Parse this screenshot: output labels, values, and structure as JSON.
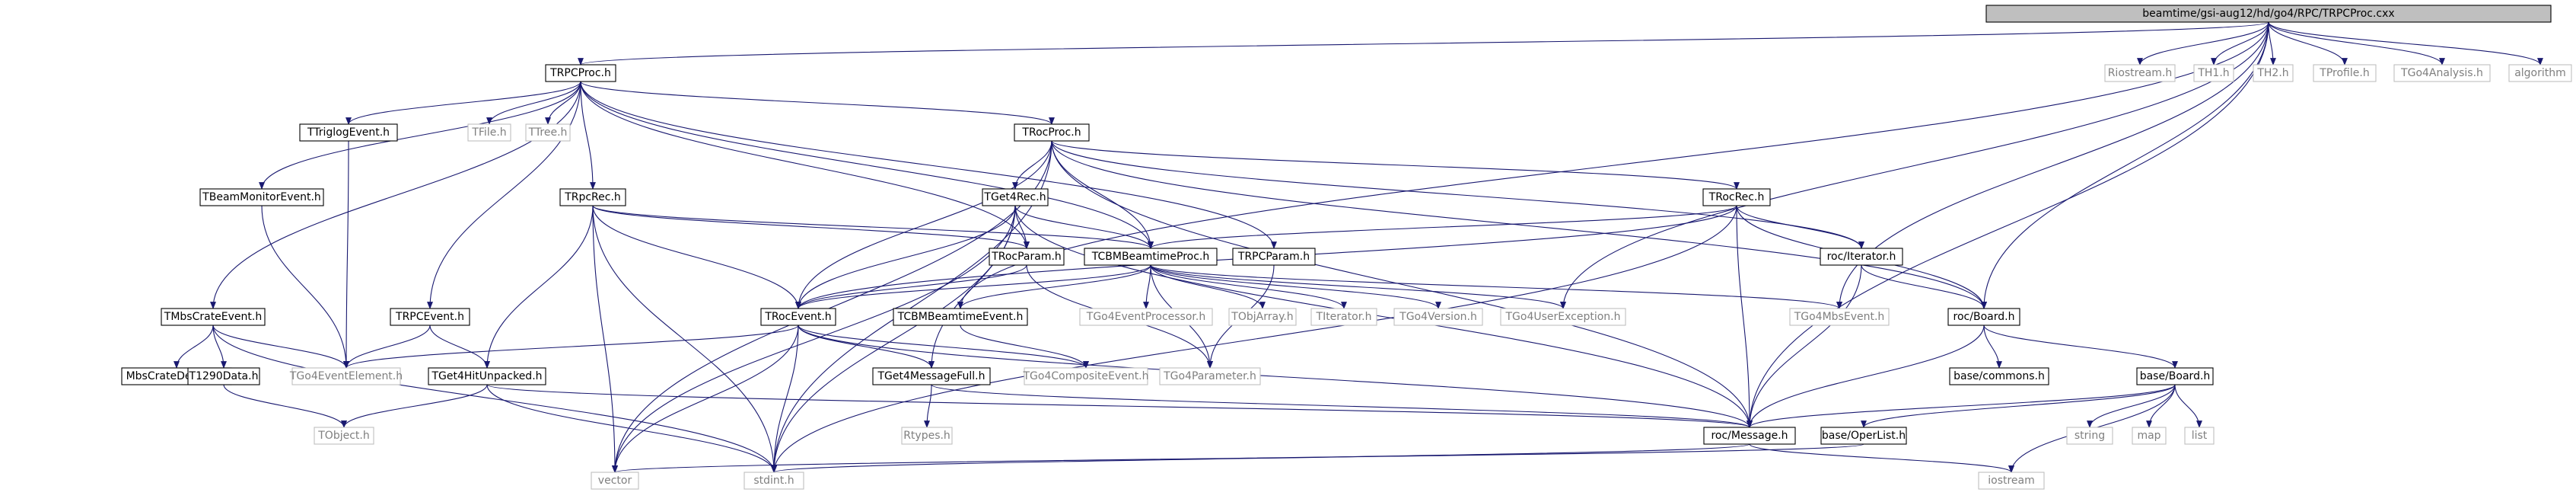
{
  "graph": {
    "root": "beamtime/gsi-aug12/hd/go4/RPC/TRPCProc.cxx",
    "nodes": {
      "root": "beamtime/gsi-aug12/hd/go4/RPC/TRPCProc.cxx",
      "trpcproc_h": "TRPCProc.h",
      "riostream": "Riostream.h",
      "th1": "TH1.h",
      "th2": "TH2.h",
      "tprofile": "TProfile.h",
      "tgo4analysis": "TGo4Analysis.h",
      "algorithm": "algorithm",
      "ttriglog": "TTriglogEvent.h",
      "tfile": "TFile.h",
      "ttree": "TTree.h",
      "trocproc": "TRocProc.h",
      "tbeammon": "TBeamMonitorEvent.h",
      "tpcrec": "TRpcRec.h",
      "tget4rec": "TGet4Rec.h",
      "trocrec": "TRocRec.h",
      "tmbscrate": "TMbsCrateEvent.h",
      "trpcevent": "TRPCEvent.h",
      "trocparam": "TRocParam.h",
      "tcbmproc": "TCBMBeamtimeProc.h",
      "trpcparam": "TRPCParam.h",
      "rociter": "roc/Iterator.h",
      "trocevent": "TRocEvent.h",
      "tcbmevent": "TCBMBeamtimeEvent.h",
      "tgo4evproc": "TGo4EventProcessor.h",
      "tobjarray": "TObjArray.h",
      "titerator": "TIterator.h",
      "tgo4version": "TGo4Version.h",
      "tgo4userexc": "TGo4UserException.h",
      "tgo4mbsevent": "TGo4MbsEvent.h",
      "rocboard": "roc/Board.h",
      "mbsdefs": "MbsCrateDefines.h",
      "t1290": "T1290Data.h",
      "tgo4evel": "TGo4EventElement.h",
      "tget4hit": "TGet4HitUnpacked.h",
      "tget4msg": "TGet4MessageFull.h",
      "tgo4comp": "TGo4CompositeEvent.h",
      "tgo4param": "TGo4Parameter.h",
      "basecommons": "base/commons.h",
      "baseboard": "base/Board.h",
      "tobject": "TObject.h",
      "rtypes": "Rtypes.h",
      "rocmessage": "roc/Message.h",
      "baseoplist": "base/OperList.h",
      "string": "string",
      "map": "map",
      "list": "list",
      "vector": "vector",
      "stdint": "stdint.h",
      "iostream": "iostream"
    }
  }
}
